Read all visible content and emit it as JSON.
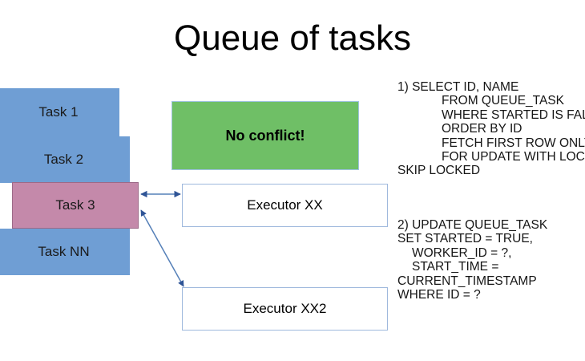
{
  "slide": {
    "title": "Queue of tasks",
    "background": "#ffffff"
  },
  "colors": {
    "task_blue": "#6f9ed4",
    "task_highlight_pink": "#c489aa",
    "no_conflict_green": "#6fbf66",
    "executor_border": "#9fb9dd",
    "connector_blue": "#4f7fb5",
    "arrowhead_navy": "#2f5496",
    "text_black": "#151515"
  },
  "queue": {
    "label": "task-queue",
    "tasks": [
      {
        "label": "Task 1",
        "state": "pending",
        "color": "#6f9ed4"
      },
      {
        "label": "Task 2",
        "state": "pending",
        "color": "#6f9ed4"
      },
      {
        "label": "Task 3",
        "state": "selected",
        "color": "#c489aa"
      },
      {
        "label": "Task NN",
        "state": "pending",
        "color": "#6f9ed4"
      }
    ]
  },
  "banner": {
    "no_conflict_label": "No conflict!"
  },
  "executors": [
    {
      "label": "Executor XX"
    },
    {
      "label": "Executor XX2"
    }
  ],
  "sql": {
    "statement1": {
      "lines": [
        {
          "text": "1) SELECT ID, NAME",
          "indent": 0
        },
        {
          "text": "FROM QUEUE_TASK",
          "indent": 55
        },
        {
          "text": "WHERE STARTED IS FALSE",
          "indent": 55
        },
        {
          "text": "ORDER BY ID",
          "indent": 55
        },
        {
          "text": "FETCH FIRST ROW ONLY",
          "indent": 55
        },
        {
          "text": "FOR UPDATE WITH LOCK",
          "indent": 55
        },
        {
          "text": "SKIP LOCKED",
          "indent": 0
        }
      ]
    },
    "statement2": {
      "lines": [
        {
          "text": "2) UPDATE QUEUE_TASK",
          "indent": 0
        },
        {
          "text": "SET STARTED = TRUE,",
          "indent": 0
        },
        {
          "text": "WORKER_ID = ?,",
          "indent": 18
        },
        {
          "text": "START_TIME =",
          "indent": 18
        },
        {
          "text": "CURRENT_TIMESTAMP",
          "indent": 0
        },
        {
          "text": "WHERE ID = ?",
          "indent": 0
        }
      ]
    }
  },
  "connectors": [
    {
      "name": "task3-to-executor-xx",
      "type": "double-arrow",
      "orientation": "horizontal"
    },
    {
      "name": "task3-to-executor-xx2",
      "type": "double-arrow",
      "orientation": "diagonal"
    }
  ]
}
